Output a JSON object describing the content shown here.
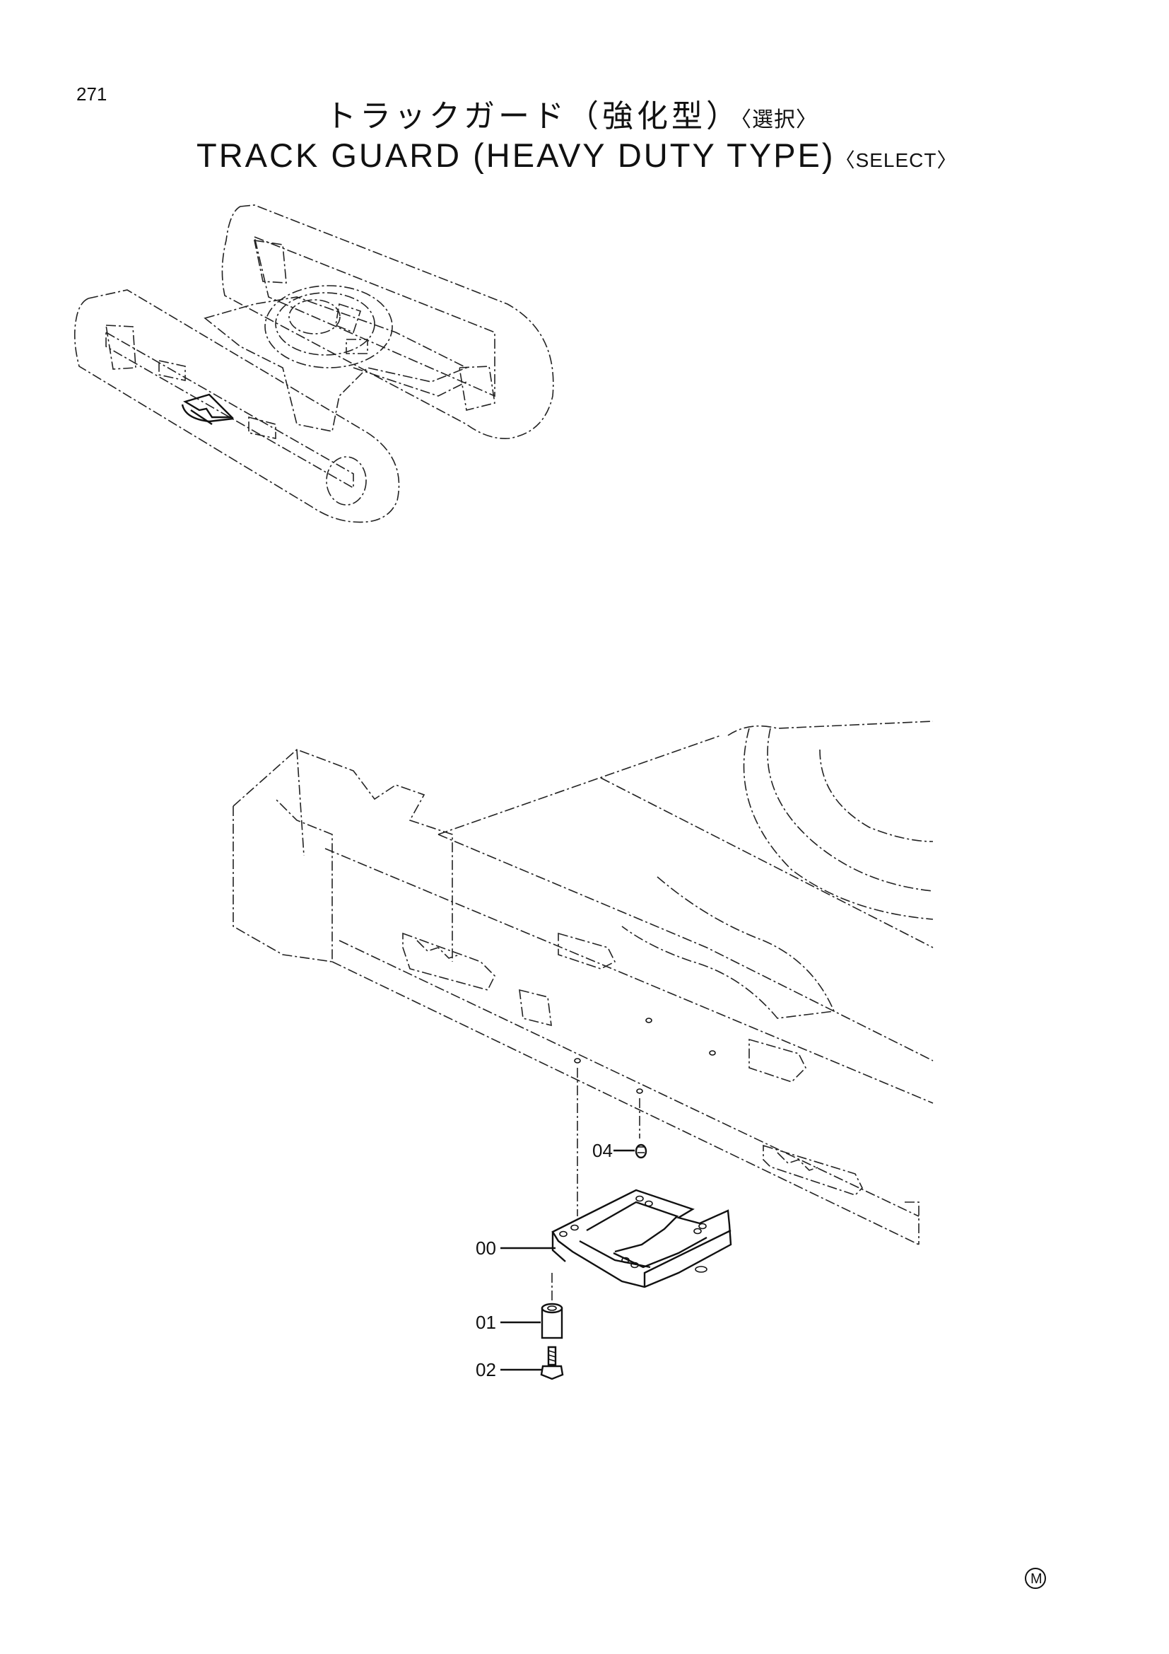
{
  "page": {
    "number": "271",
    "title_jp": "トラックガード（強化型）",
    "title_jp_suffix": "〈選択〉",
    "title_en": "TRACK GUARD (HEAVY DUTY TYPE)",
    "title_en_suffix": "〈SELECT〉"
  },
  "callouts": [
    {
      "id": "04",
      "label": "04"
    },
    {
      "id": "00",
      "label": "00"
    },
    {
      "id": "01",
      "label": "01"
    },
    {
      "id": "02",
      "label": "02"
    }
  ],
  "mark": "M"
}
